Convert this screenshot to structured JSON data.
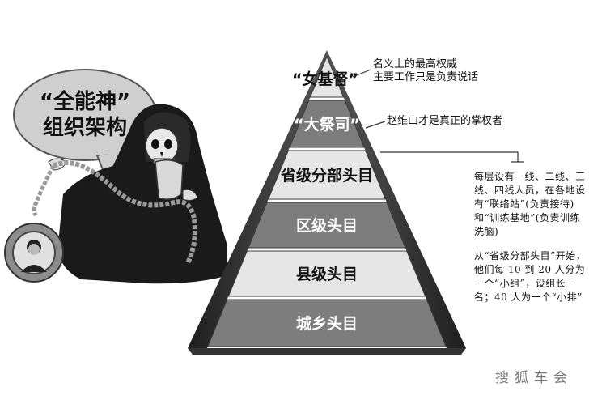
{
  "bubble": {
    "line1": "“全能神”",
    "line2": "组织架构"
  },
  "pyramid": {
    "tiers": [
      {
        "label": "“女基督”",
        "fill": "#e6e6e6"
      },
      {
        "label": "“大祭司”",
        "fill": "#7d7d7d"
      },
      {
        "label": "省级分部头目",
        "fill": "#e6e6e6"
      },
      {
        "label": "区级头目",
        "fill": "#7d7d7d"
      },
      {
        "label": "县级头目",
        "fill": "#e6e6e6"
      },
      {
        "label": "城乡头目",
        "fill": "#7d7d7d"
      }
    ]
  },
  "annotations": {
    "top_line1": "名义上的最高权威",
    "top_line2": "主要工作只是负责说话",
    "second": "赵维山才是真正的掌权者",
    "right1": [
      "每层设有一线、二线、三",
      "线、四线人员，在各地设",
      "有“联络站”(负责接待)",
      "和“训练基地”(负责训练",
      "洗脑)"
    ],
    "right2": [
      "从“省级分部头目”开始，",
      "他们每 10 到 20 人分为",
      "一个“小组”，设组长一",
      "名；40 人为一个“小排”"
    ]
  },
  "watermark": "搜狐车会",
  "colors": {
    "light_tier": "#e6e6e6",
    "dark_tier": "#7d7d7d",
    "figure_cloak": "#1a1a1a"
  }
}
